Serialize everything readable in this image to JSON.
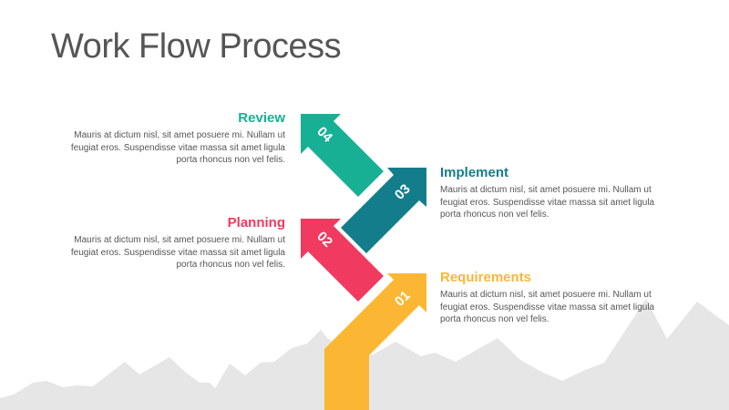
{
  "title": "Work Flow Process",
  "colors": {
    "review": "#17b094",
    "implement": "#137d8c",
    "planning": "#f03a5f",
    "requirements": "#fbb733",
    "mountains": "#e6e6e6"
  },
  "steps": [
    {
      "num": "01",
      "heading": "Requirements",
      "text": "Mauris at dictum nisl, sit amet posuere mi. Nullam ut feugiat eros. Suspendisse vitae massa sit amet ligula porta rhoncus non vel felis."
    },
    {
      "num": "02",
      "heading": "Planning",
      "text": "Mauris at dictum nisl, sit amet posuere mi. Nullam ut feugiat eros. Suspendisse vitae massa sit amet ligula porta rhoncus non vel felis."
    },
    {
      "num": "03",
      "heading": "Implement",
      "text": "Mauris at dictum nisl, sit amet posuere mi. Nullam ut feugiat eros. Suspendisse vitae massa sit amet ligula porta rhoncus non vel felis."
    },
    {
      "num": "04",
      "heading": "Review",
      "text": "Mauris at dictum nisl, sit amet posuere mi. Nullam ut feugiat eros. Suspendisse vitae massa sit amet ligula porta rhoncus non vel felis."
    }
  ]
}
